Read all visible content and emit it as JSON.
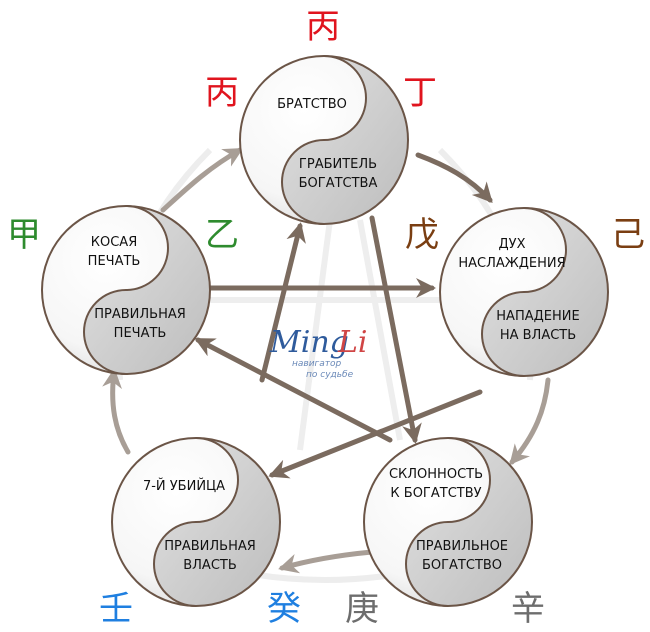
{
  "colors": {
    "fire": "#e0141e",
    "wood": "#2e8b2e",
    "earth": "#7a3e12",
    "metal": "#6d6d6d",
    "water": "#1f7fe0",
    "arrow": "#7b6b5f",
    "ring": "#6b5547",
    "shade": "#c8c8c8"
  },
  "stems": {
    "top": "丙",
    "fire_yang": "丙",
    "fire_yin": "丁",
    "wood_yang": "甲",
    "wood_yin": "乙",
    "earth_yang": "戊",
    "earth_yin": "己",
    "water_yang": "壬",
    "water_yin": "癸",
    "metal_yang": "庚",
    "metal_yin": "辛"
  },
  "nodes": {
    "top": {
      "upper": [
        "БРАТСТВО"
      ],
      "lower": [
        "ГРАБИТЕЛЬ",
        "БОГАТСТВА"
      ]
    },
    "left": {
      "upper": [
        "КОСАЯ",
        "ПЕЧАТЬ"
      ],
      "lower": [
        "ПРАВИЛЬНАЯ",
        "ПЕЧАТЬ"
      ]
    },
    "right": {
      "upper": [
        "ДУХ",
        "НАСЛАЖДЕНИЯ"
      ],
      "lower": [
        "НАПАДЕНИЕ",
        "НА ВЛАСТЬ"
      ]
    },
    "bottom_left": {
      "upper": [
        "7-Й УБИЙЦА"
      ],
      "lower": [
        "ПРАВИЛЬНАЯ",
        "ВЛАСТЬ"
      ]
    },
    "bottom_right": {
      "upper": [
        "СКЛОННОСТЬ",
        "К БОГАТСТВУ"
      ],
      "lower": [
        "ПРАВИЛЬНОЕ",
        "БОГАТСТВО"
      ]
    }
  },
  "logo": {
    "ming": "Ming",
    "li": "Li",
    "tagline_1": "навигатор",
    "tagline_2": "по судьбе"
  }
}
